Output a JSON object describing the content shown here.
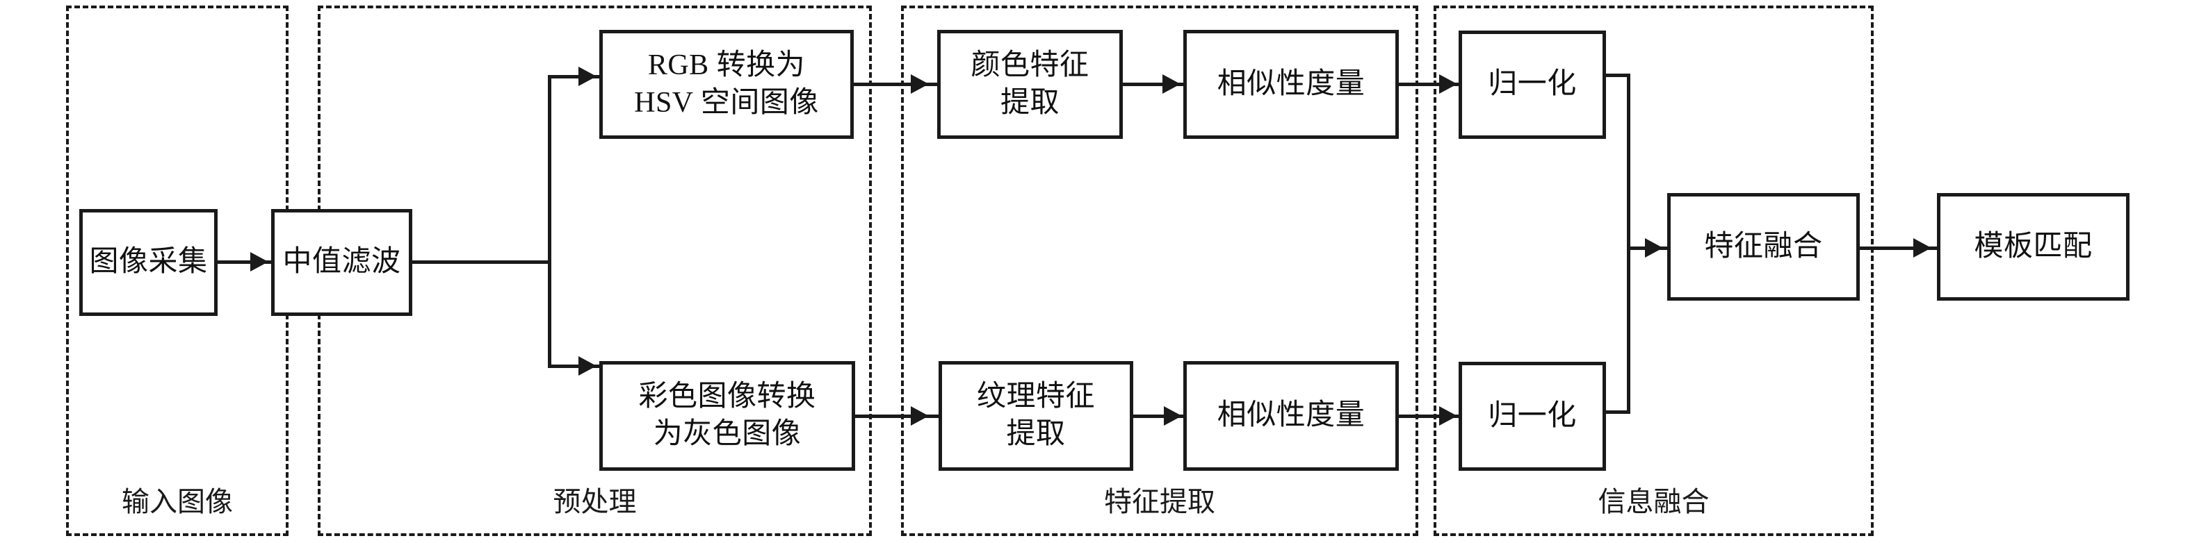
{
  "diagram": {
    "title_present": false,
    "groups": [
      {
        "id": "input",
        "label": "输入图像"
      },
      {
        "id": "preprocess",
        "label": "预处理"
      },
      {
        "id": "feature",
        "label": "特征提取"
      },
      {
        "id": "fusion",
        "label": "信息融合"
      }
    ],
    "nodes": [
      {
        "id": "acquire",
        "label": "图像采集"
      },
      {
        "id": "median-filter",
        "label": "中值滤波"
      },
      {
        "id": "rgb-to-hsv",
        "label": "RGB 转换为\nHSV 空间图像"
      },
      {
        "id": "color-gray",
        "label": "彩色图像转换\n为灰色图像"
      },
      {
        "id": "color-feature",
        "label": "颜色特征\n提取"
      },
      {
        "id": "texture-feature",
        "label": "纹理特征\n提取"
      },
      {
        "id": "similarity-top",
        "label": "相似性度量"
      },
      {
        "id": "similarity-bottom",
        "label": "相似性度量"
      },
      {
        "id": "normalize-top",
        "label": "归一化"
      },
      {
        "id": "normalize-bottom",
        "label": "归一化"
      },
      {
        "id": "feature-fusion",
        "label": "特征融合"
      },
      {
        "id": "template-match",
        "label": "模板匹配"
      }
    ],
    "colors": {
      "stroke": "#1a1a1a",
      "background": "#ffffff",
      "text": "#111111"
    }
  }
}
